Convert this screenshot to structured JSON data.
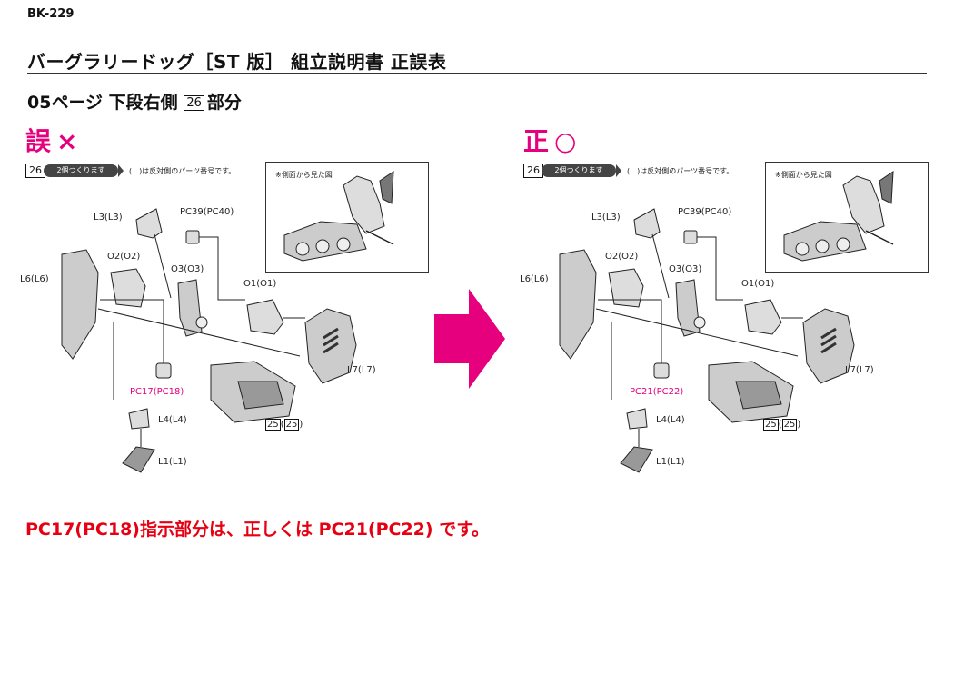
{
  "doc_code": "BK-229",
  "title": "バーグラリードッグ［ST 版］ 組立説明書 正誤表",
  "section": {
    "prefix": "05ページ 下段右側",
    "box_num": "26",
    "suffix": "部分"
  },
  "panels": [
    {
      "verdict": "誤",
      "mark": "×",
      "step": "26",
      "pill": "2個つくります",
      "note": "(　)は反対側のパーツ番号です。",
      "inset_caption": "※側面から見た図",
      "labels": {
        "l3": "L3(L3)",
        "pc39": "PC39(PC40)",
        "o2": "O2(O2)",
        "o3": "O3(O3)",
        "l6": "L6(L6)",
        "o1": "O1(O1)",
        "l7": "L7(L7)",
        "pc": "PC17(PC18)",
        "l4": "L4(L4)",
        "l1": "L1(L1)",
        "p25a": "25",
        "p25b": "25"
      }
    },
    {
      "verdict": "正",
      "mark": "○",
      "step": "26",
      "pill": "2個つくります",
      "note": "(　)は反対側のパーツ番号です。",
      "inset_caption": "※側面から見た図",
      "labels": {
        "l3": "L3(L3)",
        "pc39": "PC39(PC40)",
        "o2": "O2(O2)",
        "o3": "O3(O3)",
        "l6": "L6(L6)",
        "o1": "O1(O1)",
        "l7": "L7(L7)",
        "pc": "PC21(PC22)",
        "l4": "L4(L4)",
        "l1": "L1(L1)",
        "p25a": "25",
        "p25b": "25"
      }
    }
  ],
  "correction": "PC17(PC18)指示部分は、正しくは PC21(PC22) です。",
  "colors": {
    "accent": "#e6007e",
    "correction": "#e60012"
  }
}
